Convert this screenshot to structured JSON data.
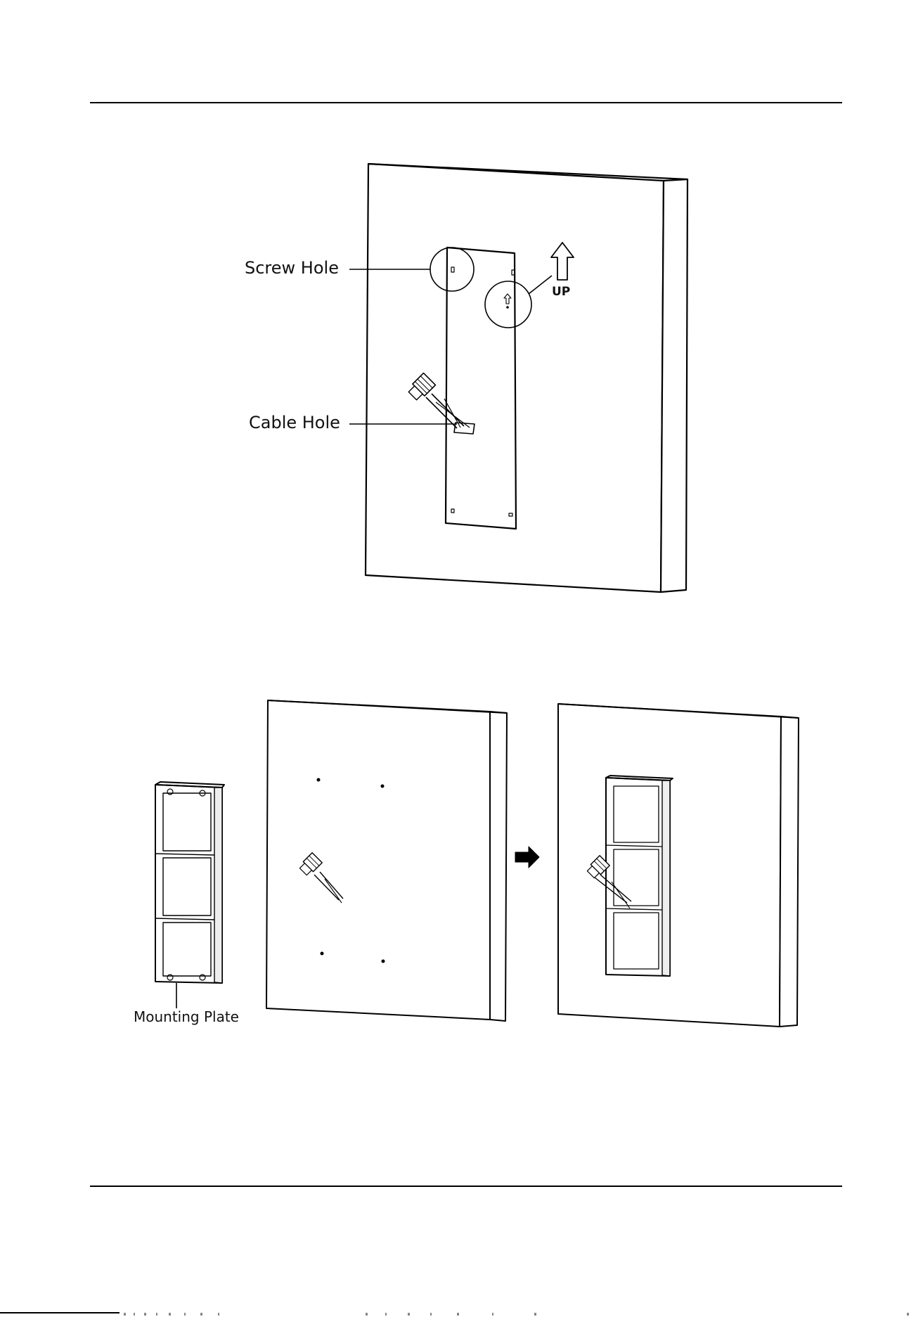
{
  "figure1": {
    "screw_hole_label": "Screw Hole",
    "cable_hole_label": "Cable Hole",
    "up_label": "UP"
  },
  "figure2": {
    "mounting_plate_label": "Mounting Plate",
    "arrow_icon": "right-arrow-icon"
  },
  "colors": {
    "line": "#000000",
    "background": "#ffffff"
  }
}
